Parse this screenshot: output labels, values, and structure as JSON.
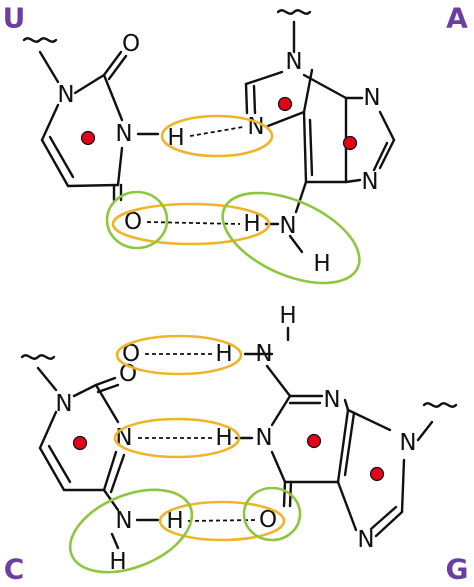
{
  "pairs": [
    {
      "left": "U",
      "right": "A"
    },
    {
      "left": "C",
      "right": "G"
    }
  ],
  "atoms": {
    "N": "N",
    "O": "O",
    "H": "H"
  },
  "colors": {
    "base_label": "#6b3fa0",
    "ring_dot": "#e2001a",
    "acceptor_donor_highlight": "#f0b429",
    "group_highlight": "#8dc63f",
    "bond": "#111111"
  },
  "icons": {
    "ring_center": "red-dot",
    "attachment": "wavy-line"
  }
}
